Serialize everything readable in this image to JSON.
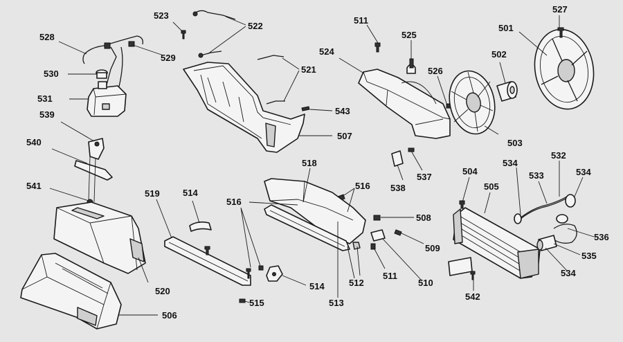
{
  "labels": {
    "l523": "523",
    "l522": "522",
    "l511a": "511",
    "l525": "525",
    "l527": "527",
    "l501": "501",
    "l528": "528",
    "l529": "529",
    "l524": "524",
    "l502": "502",
    "l521": "521",
    "l530": "530",
    "l526": "526",
    "l531": "531",
    "l543": "543",
    "l539": "539",
    "l507": "507",
    "l503": "503",
    "l540": "540",
    "l532": "532",
    "l518": "518",
    "l534a": "534",
    "l504": "504",
    "l537": "537",
    "l534b": "534",
    "l533": "533",
    "l538": "538",
    "l541": "541",
    "l516a": "516",
    "l505": "505",
    "l519": "519",
    "l514a": "514",
    "l516b": "516",
    "l508": "508",
    "l536": "536",
    "l509": "509",
    "l535": "535",
    "l534c": "534",
    "l520": "520",
    "l511b": "511",
    "l512": "512",
    "l510": "510",
    "l514b": "514",
    "l542": "542",
    "l513": "513",
    "l515": "515",
    "l506": "506"
  },
  "colors": {
    "background": "#e6e6e6",
    "line": "#1a1a1a",
    "part_fill": "#f4f4f4"
  }
}
